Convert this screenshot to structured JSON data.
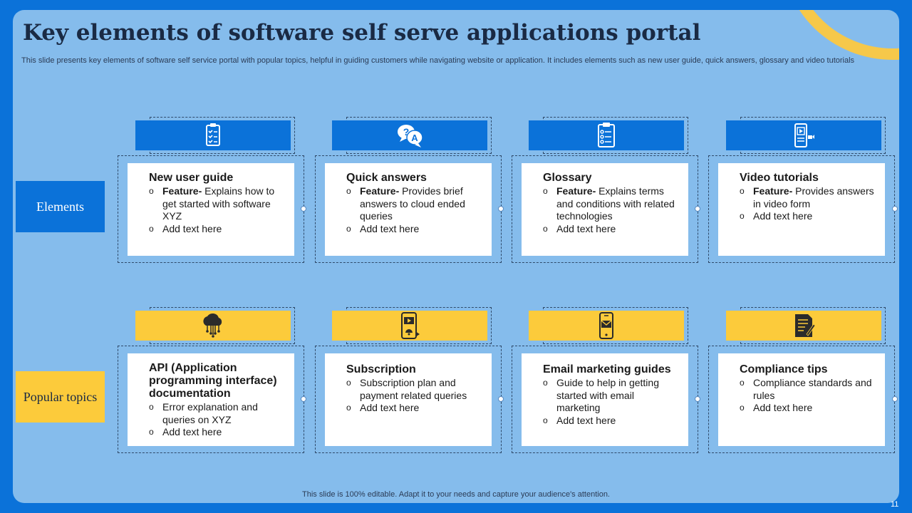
{
  "title": "Key elements of software self serve applications portal",
  "subtitle": "This slide presents key elements of software self service portal with popular topics, helpful in guiding customers while navigating website or application. It includes elements such as new user guide, quick answers, glossary and video tutorials",
  "rows": [
    {
      "label": "Elements",
      "color": "#0b72d9"
    },
    {
      "label": "Popular topics",
      "color": "#fccb3b"
    }
  ],
  "cards": [
    {
      "icon": "checklist-icon",
      "title": "New user guide",
      "bullets": [
        {
          "bold": "Feature-",
          "text": " Explains how to get started with software XYZ"
        },
        {
          "bold": "",
          "text": "Add text here"
        }
      ]
    },
    {
      "icon": "question-answer-icon",
      "title": "Quick answers",
      "bullets": [
        {
          "bold": "Feature-",
          "text": " Provides brief answers  to cloud ended queries"
        },
        {
          "bold": "",
          "text": "Add text here"
        }
      ]
    },
    {
      "icon": "clipboard-icon",
      "title": "Glossary",
      "bullets": [
        {
          "bold": "Feature-",
          "text": " Explains terms and conditions with related technologies"
        },
        {
          "bold": "",
          "text": "Add text here"
        }
      ]
    },
    {
      "icon": "video-phone-icon",
      "title": "Video tutorials",
      "bullets": [
        {
          "bold": "Feature-",
          "text": " Provides answers in video form"
        },
        {
          "bold": "",
          "text": "Add text here"
        }
      ]
    },
    {
      "icon": "cloud-network-icon",
      "title": "API (Application programming interface) documentation",
      "bullets": [
        {
          "bold": "",
          "text": "Error explanation  and queries on XYZ"
        },
        {
          "bold": "",
          "text": "Add text here"
        }
      ]
    },
    {
      "icon": "phone-notification-icon",
      "title": "Subscription",
      "bullets": [
        {
          "bold": "",
          "text": "Subscription plan and payment related queries"
        },
        {
          "bold": "",
          "text": "Add text here"
        }
      ]
    },
    {
      "icon": "mobile-email-icon",
      "title": "Email marketing guides",
      "bullets": [
        {
          "bold": "",
          "text": "Guide to help in getting started with email marketing"
        },
        {
          "bold": "",
          "text": "Add text here"
        }
      ]
    },
    {
      "icon": "document-sign-icon",
      "title": "Compliance tips",
      "bullets": [
        {
          "bold": "",
          "text": "Compliance standards and rules"
        },
        {
          "bold": "",
          "text": "Add text here"
        }
      ]
    }
  ],
  "footer": "This slide is 100% editable. Adapt it to your needs and capture your audience's attention.",
  "page_number": "11",
  "colors": {
    "accent_blue": "#0b72d9",
    "accent_yellow": "#fccb3b",
    "panel": "#85bcec"
  }
}
